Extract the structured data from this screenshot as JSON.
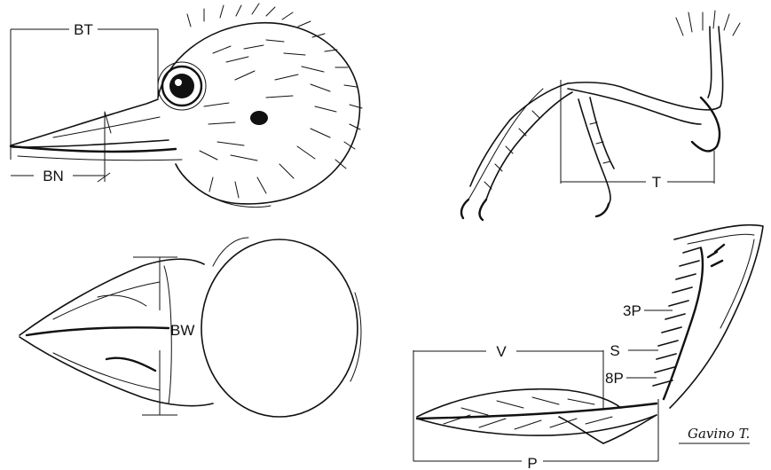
{
  "labels": {
    "bill_total": "BT",
    "bill_nostril": "BN",
    "bill_width": "BW",
    "tarsus": "T",
    "primary_3": "3P",
    "secondary": "S",
    "primary_8": "8P",
    "wing_v": "V",
    "wing_p": "P"
  },
  "signature": "Gavino T."
}
